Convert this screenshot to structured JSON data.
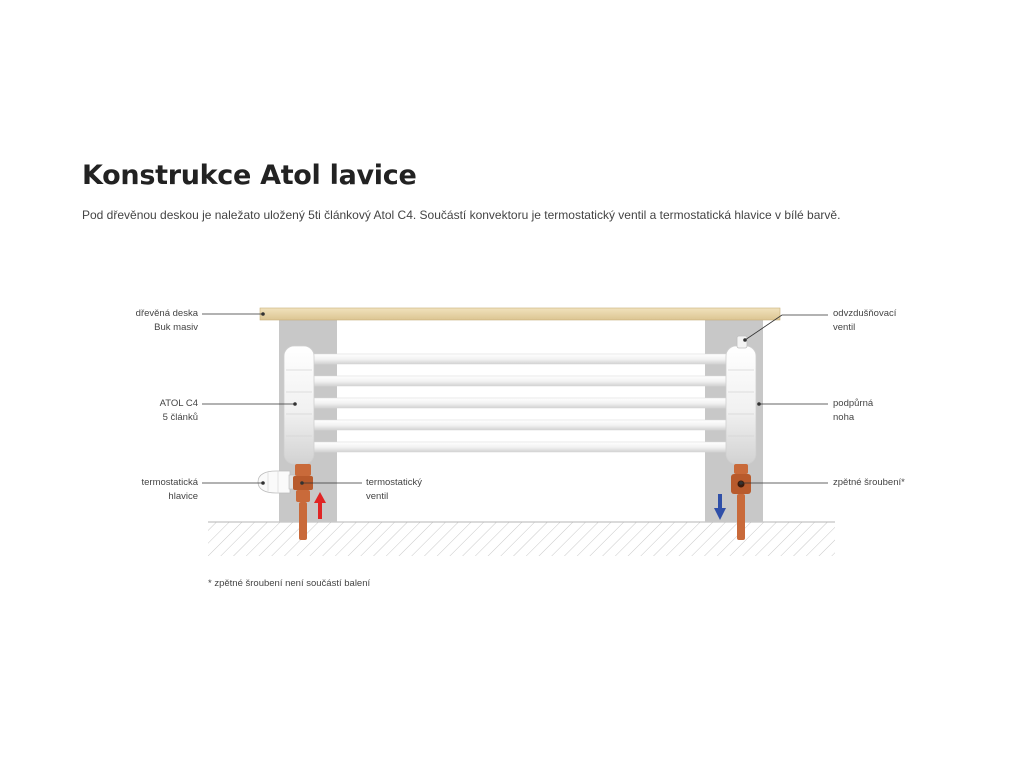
{
  "title": "Konstrukce Atol lavice",
  "intro": "Pod dřevěnou deskou je naležato uložený 5ti článkový Atol C4. Součástí konvektoru je termostatický ventil a termostatická hlavice v bílé barvě.",
  "labels": {
    "wood_board": [
      "dřevěná deska",
      "Buk masiv"
    ],
    "radiator": [
      "ATOL C4",
      "5 článků"
    ],
    "thermo_head": [
      "termostatická",
      "hlavice"
    ],
    "thermo_valve": [
      "termostatický",
      "ventil"
    ],
    "vent_valve": [
      "odvzdušňovací",
      "ventil"
    ],
    "support_leg": [
      "podpůrná",
      "noha"
    ],
    "return_fitting": [
      "zpětné šroubení*"
    ]
  },
  "footnote": "* zpětné šroubení není součástí balení",
  "colors": {
    "wood": "#e9d6ac",
    "leg": "#c8c8c8",
    "pipe": "#c96a3a",
    "arrow_up": "#e02525",
    "arrow_down": "#2f4fa8"
  },
  "icons": {
    "flow_up": "arrow-up-icon",
    "flow_down": "arrow-down-icon"
  }
}
